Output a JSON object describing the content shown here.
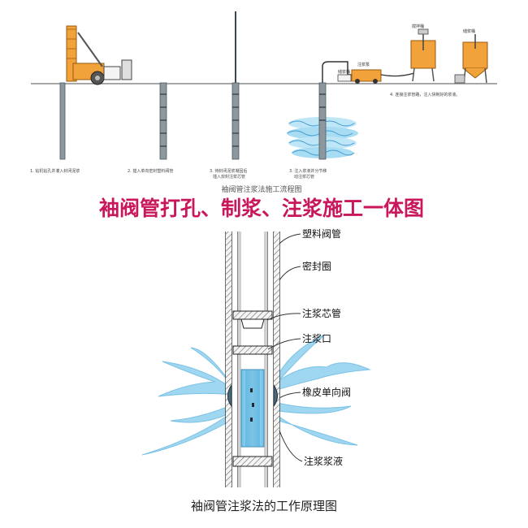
{
  "flow": {
    "caption": "袖阀管注浆法施工流程图",
    "steps": [
      {
        "n": "1.",
        "text": "钻机钻孔并灌入封闭泥浆"
      },
      {
        "n": "2.",
        "text": "插入单向密封塑料阀管"
      },
      {
        "n": "3.",
        "text": "待封闭泥浆凝固后",
        "text2": "插入双封注浆芯管"
      },
      {
        "n": "3.",
        "text": "注入浆液并分节移",
        "text2": "动注浆芯管"
      },
      {
        "n": "4.",
        "text": "连接注浆管路，注入快制好的浆液。"
      }
    ],
    "equipment_labels": [
      "注浆泵",
      "搅拌桶",
      "储浆桶",
      "储浆桶"
    ]
  },
  "headline": "袖阀管打孔、制浆、注浆施工一体图",
  "diagram": {
    "caption": "袖阀管注浆法的工作原理图",
    "labels": {
      "plastic_valve_pipe": "塑料阀管",
      "seal_ring": "密封圈",
      "grout_core_pipe": "注浆芯管",
      "grout_port": "注浆口",
      "rubber_check_valve": "橡皮单向阀",
      "grout_fluid": "注浆浆液"
    }
  },
  "colors": {
    "headline": "#c8175b",
    "rig_orange": "#f2a23a",
    "grout_blue": "#9fd6f0",
    "pipe_gray": "#707c84"
  }
}
